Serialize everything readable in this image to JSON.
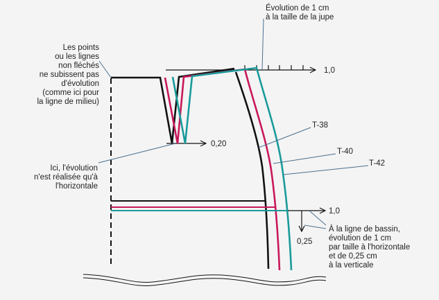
{
  "colors": {
    "black": "#111111",
    "pink": "#c8185a",
    "teal": "#1a9a9a",
    "leader": "#4a6f8e"
  },
  "annotations": {
    "top_right": [
      "Évolution de 1 cm",
      "à la taille de la jupe"
    ],
    "left_top": [
      "Les points",
      "ou les lignes",
      "non fléchés",
      "ne subissent pas",
      "d'évolution",
      "(comme ici pour",
      "la ligne de milieu)"
    ],
    "left_middle": [
      "Ici, l'évolution",
      "n'est réalisée qu'à",
      "l'horizontale"
    ],
    "bottom_right": [
      "À la ligne de bassin,",
      "évolution de 1 cm",
      "par taille à l'horizontale",
      "et de 0,25 cm",
      "à la verticale"
    ]
  },
  "measures": {
    "waist_step": "1,0",
    "dart_step": "0,20",
    "hip_step": "1,0",
    "hip_vertical": "0,25"
  },
  "sizes": [
    "T-38",
    "T-40",
    "T-42"
  ]
}
